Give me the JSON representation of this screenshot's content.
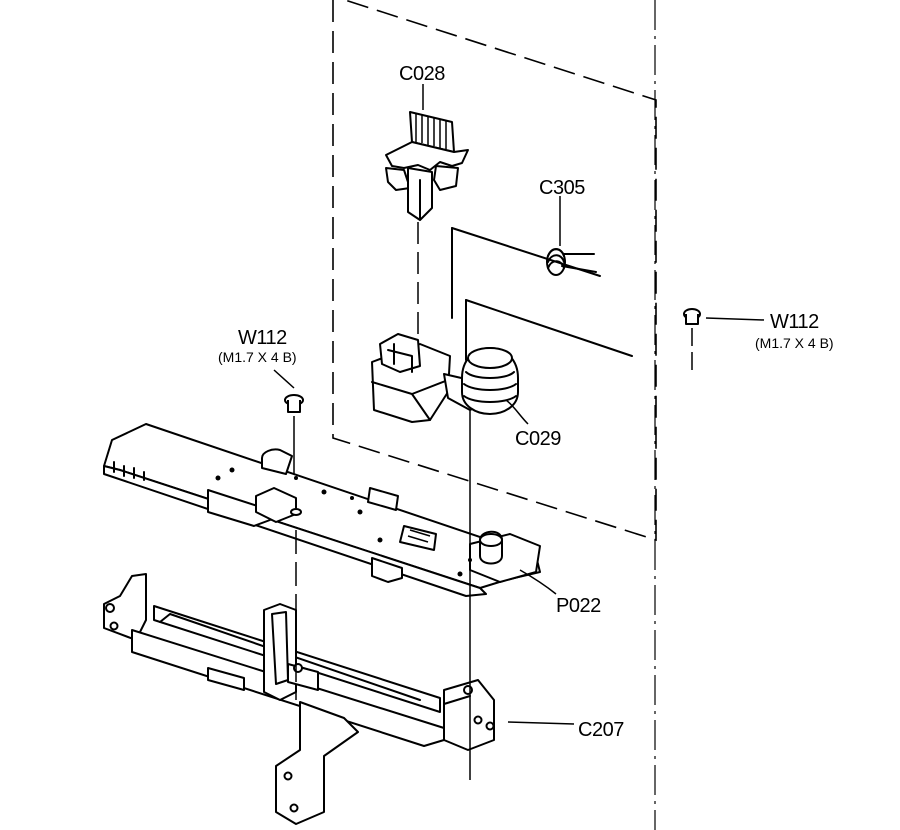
{
  "parts": {
    "c028": {
      "code": "C028"
    },
    "c305": {
      "code": "C305"
    },
    "c029": {
      "code": "C029"
    },
    "p022": {
      "code": "P022"
    },
    "c207": {
      "code": "C207"
    },
    "w112_left": {
      "code": "W112",
      "spec": "(M1.7 X 4 B)"
    },
    "w112_right": {
      "code": "W112",
      "spec": "(M1.7 X 4 B)"
    }
  }
}
